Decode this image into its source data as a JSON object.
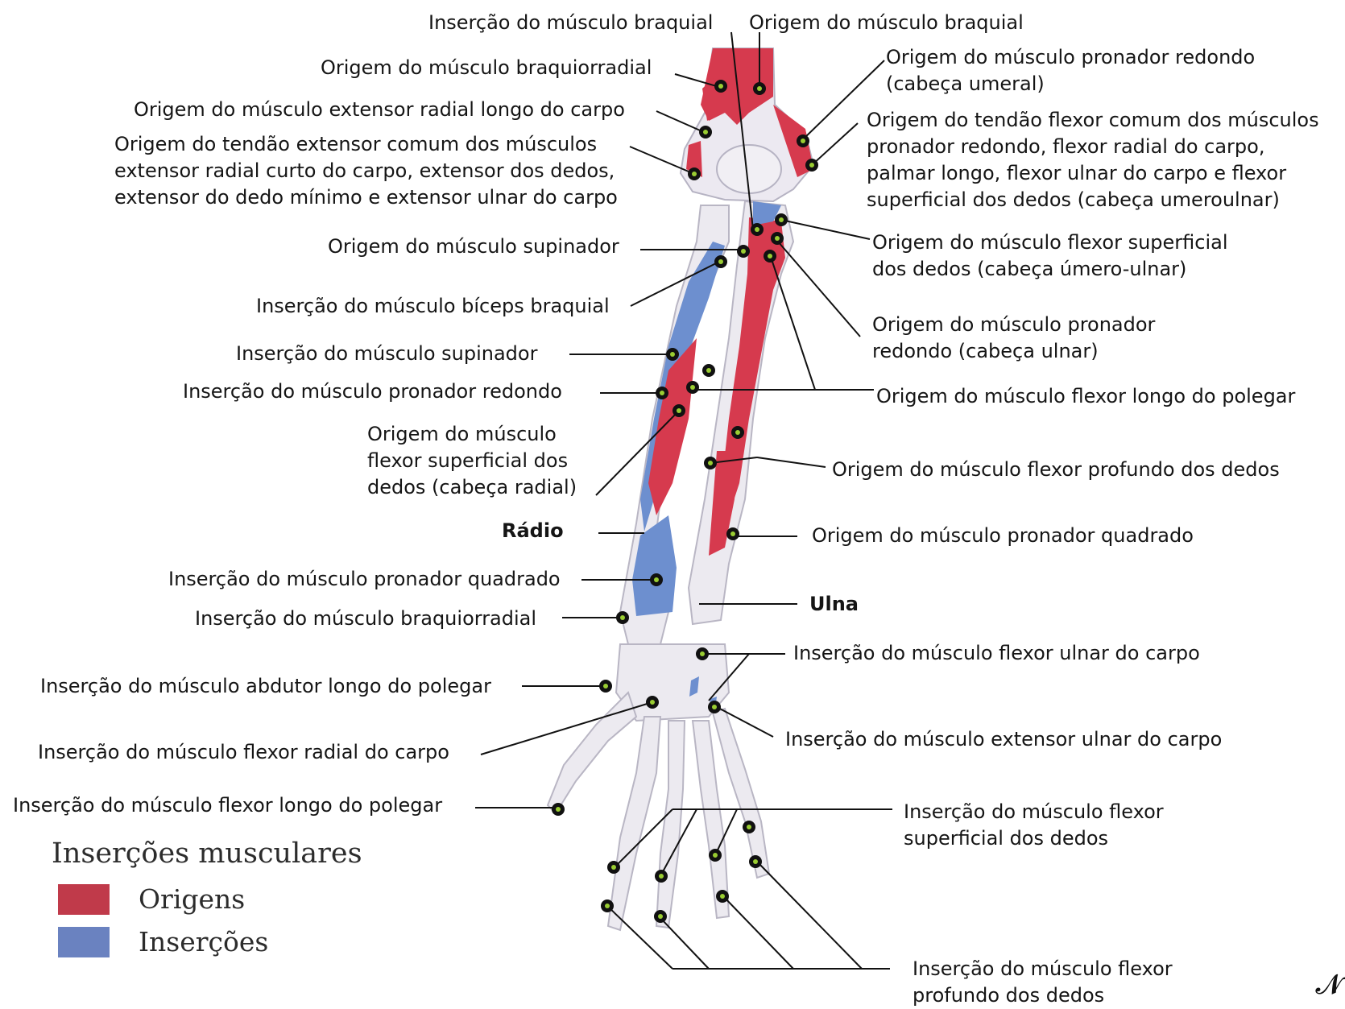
{
  "labels": {
    "l01": "Inserção do músculo braquial",
    "l02": "Origem do músculo braquial",
    "l03": "Origem do músculo braquiorradial",
    "l04": "Origem do músculo pronador redondo\n(cabeça umeral)",
    "l05": "Origem do músculo extensor radial longo do carpo",
    "l06": "Origem do tendão flexor comum dos músculos\npronador redondo, flexor radial do carpo,\npalmar longo, flexor ulnar do carpo e flexor\nsuperficial dos dedos (cabeça umeroulnar)",
    "l07": "Origem do tendão extensor comum dos músculos\nextensor radial curto do carpo, extensor dos dedos,\nextensor do dedo mínimo e extensor ulnar do carpo",
    "l08": "Origem do músculo supinador",
    "l09": "Origem do músculo flexor superficial\ndos dedos (cabeça úmero-ulnar)",
    "l10": "Inserção do músculo bíceps braquial",
    "l11": "Origem do músculo pronador\nredondo (cabeça ulnar)",
    "l12": "Inserção do músculo supinador",
    "l13": "Inserção do músculo pronador redondo",
    "l14": "Origem do músculo flexor longo do polegar",
    "l15": "Origem do músculo\nflexor superficial dos\ndedos (cabeça radial)",
    "l16": "Origem do músculo flexor profundo dos dedos",
    "l17": "Rádio",
    "l18": "Origem do músculo pronador quadrado",
    "l19": "Inserção do músculo pronador quadrado",
    "l20": "Ulna",
    "l21": "Inserção do músculo braquiorradial",
    "l22": "Inserção do músculo flexor ulnar do carpo",
    "l23": "Inserção do músculo abdutor longo do polegar",
    "l24": "Inserção do músculo extensor ulnar do carpo",
    "l25": "Inserção do músculo flexor radial do carpo",
    "l26": "Inserção do músculo flexor longo do polegar",
    "l27": "Inserção do músculo flexor\nsuperficial dos dedos",
    "l28": "Inserção do músculo flexor\nprofundo dos dedos"
  },
  "legend": {
    "title": "Inserções musculares",
    "items": [
      {
        "label": "Origens",
        "color": "#c03a4a"
      },
      {
        "label": "Inserções",
        "color": "#6a82c0"
      }
    ]
  },
  "colors": {
    "origin": "#d63a4e",
    "insertion": "#6d8fcf",
    "bone": "#eceaf0",
    "bone_outline": "#b9b6c4",
    "marker_ring": "#111111",
    "marker_center": "#9acd32"
  }
}
